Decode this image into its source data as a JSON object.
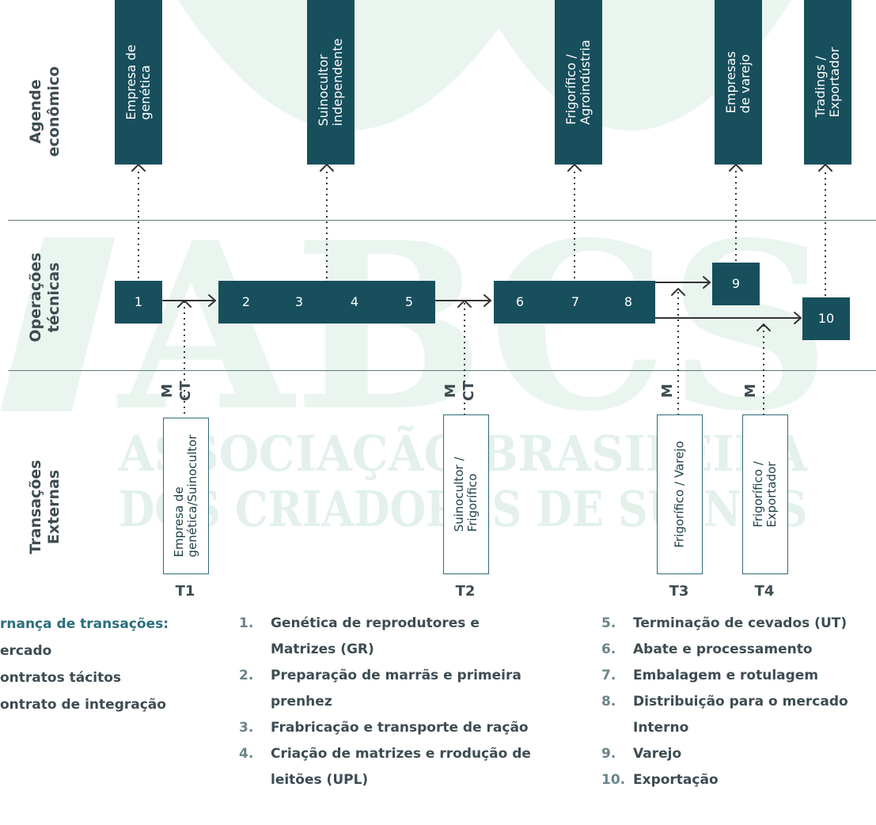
{
  "rows": {
    "agent": [
      "Agende",
      "econômico"
    ],
    "operations": [
      "Operações",
      "técnicas"
    ],
    "transactions": [
      "Transações",
      "Externas"
    ]
  },
  "watermark": {
    "logo": "ABCS",
    "line1": "ASSOCIAÇÃO BRASILEIRA",
    "line2": "DOS CRIADORES DE SUÍNOS"
  },
  "agents": [
    "Empresa de\ngenética",
    "Suinocultor\nindependente",
    "Frigorífico /\nAgroindústria",
    "Empresas\nde varejo",
    "Tradings /\nExportador"
  ],
  "operations": {
    "box1": [
      "1"
    ],
    "box2": [
      "2",
      "3",
      "4",
      "5"
    ],
    "box3": [
      "6",
      "7",
      "8"
    ],
    "box9": [
      "9"
    ],
    "box10": [
      "10"
    ]
  },
  "transactions": [
    {
      "id": "T1",
      "text": "Empresa de\ngenética/Suinocultor",
      "tags": [
        "M",
        "CT"
      ]
    },
    {
      "id": "T2",
      "text": "Suinocultor /\nFrigorífico",
      "tags": [
        "M",
        "CT"
      ]
    },
    {
      "id": "T3",
      "text": "Frigorífico / Varejo",
      "tags": [
        "M"
      ]
    },
    {
      "id": "T4",
      "text": "Frigorífico /\nExportador",
      "tags": [
        "M"
      ]
    }
  ],
  "governance": {
    "title": "rnança de transações:",
    "items": [
      "ercado",
      "ontratos tácitos",
      "ontrato de integração"
    ]
  },
  "steps_col1": [
    {
      "num": "1.",
      "text": "Genética de reprodutores e\nMatrizes (GR)"
    },
    {
      "num": "2.",
      "text": "Preparação de marrãs e primeira\nprenhez"
    },
    {
      "num": "3.",
      "text": "Frabricação e transporte de ração"
    },
    {
      "num": "4.",
      "text": "Criação de matrizes e rrodução de\nleitões (UPL)"
    }
  ],
  "steps_col2": [
    {
      "num": "5.",
      "text": "Terminação de cevados (UT)"
    },
    {
      "num": "6.",
      "text": "Abate e processamento"
    },
    {
      "num": "7.",
      "text": "Embalagem e rotulagem"
    },
    {
      "num": "8.",
      "text": "Distribuição para o mercado\nInterno"
    },
    {
      "num": "9.",
      "text": "Varejo"
    },
    {
      "num": "10.",
      "text": "Exportação"
    }
  ],
  "colors": {
    "box": "#184f5d",
    "border": "#2e6a78",
    "text_dark": "#3d4c52",
    "watermark": "#e6f3ec"
  }
}
